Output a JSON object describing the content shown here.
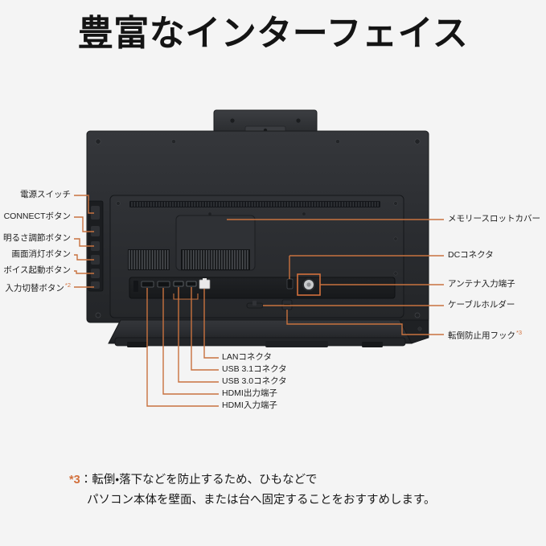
{
  "page": {
    "background_color": "#f4f4f4",
    "leader_line_color": "#c8723f",
    "accent_color": "#d2703c",
    "device_color": "#2b2d30"
  },
  "header": {
    "title": "豊富なインターフェイス"
  },
  "labels_left": [
    {
      "id": "power-switch",
      "text": "電源スイッチ"
    },
    {
      "id": "connect-button",
      "text": "CONNECTボタン"
    },
    {
      "id": "brightness-button",
      "text": "明るさ調節ボタン"
    },
    {
      "id": "screen-off-button",
      "text": "画面消灯ボタン"
    },
    {
      "id": "voice-button",
      "text": "ボイス起動ボタン"
    },
    {
      "id": "input-switch-button",
      "text": "入力切替ボタン",
      "asterisk": "*2"
    }
  ],
  "labels_right": [
    {
      "id": "memory-slot-cover",
      "text": "メモリースロットカバー"
    },
    {
      "id": "dc-connector",
      "text": "DCコネクタ"
    },
    {
      "id": "antenna-input",
      "text": "アンテナ入力端子"
    },
    {
      "id": "cable-holder",
      "text": "ケーブルホルダー"
    },
    {
      "id": "anti-tip-hook",
      "text": "転倒防止用フック",
      "asterisk": "*3"
    }
  ],
  "labels_bottom": [
    {
      "id": "lan-connector",
      "text": "LANコネクタ"
    },
    {
      "id": "usb31-connector",
      "text": "USB 3.1コネクタ"
    },
    {
      "id": "usb30-connector",
      "text": "USB 3.0コネクタ"
    },
    {
      "id": "hdmi-out",
      "text": "HDMI出力端子"
    },
    {
      "id": "hdmi-in",
      "text": "HDMI入力端子"
    }
  ],
  "footnote": {
    "marker": "*3",
    "separator": "：",
    "line1": "転倒・落下などを防止するため、ひもなどで",
    "line2": "パソコン本体を壁面、または台へ固定することをおすすめします。"
  }
}
